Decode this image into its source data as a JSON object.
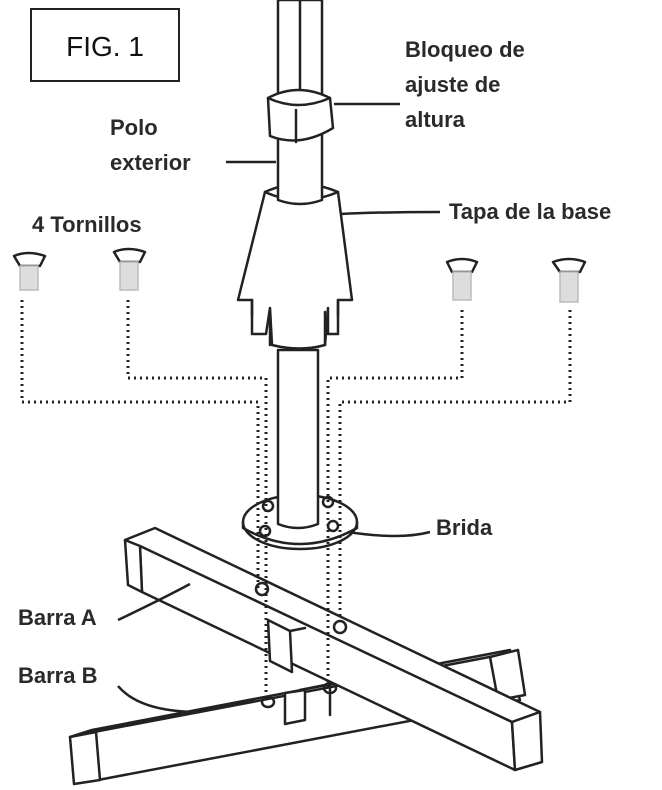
{
  "figure": {
    "number_label": "FIG. 1"
  },
  "labels": {
    "height_lock": [
      "Bloqueo de",
      "ajuste de",
      "altura"
    ],
    "outer_pole": [
      "Polo",
      "exterior"
    ],
    "screws": "4 Tornillos",
    "base_cap": "Tapa de la base",
    "flange": "Brida",
    "bar_a": "Barra A",
    "bar_b": "Barra B"
  }
}
